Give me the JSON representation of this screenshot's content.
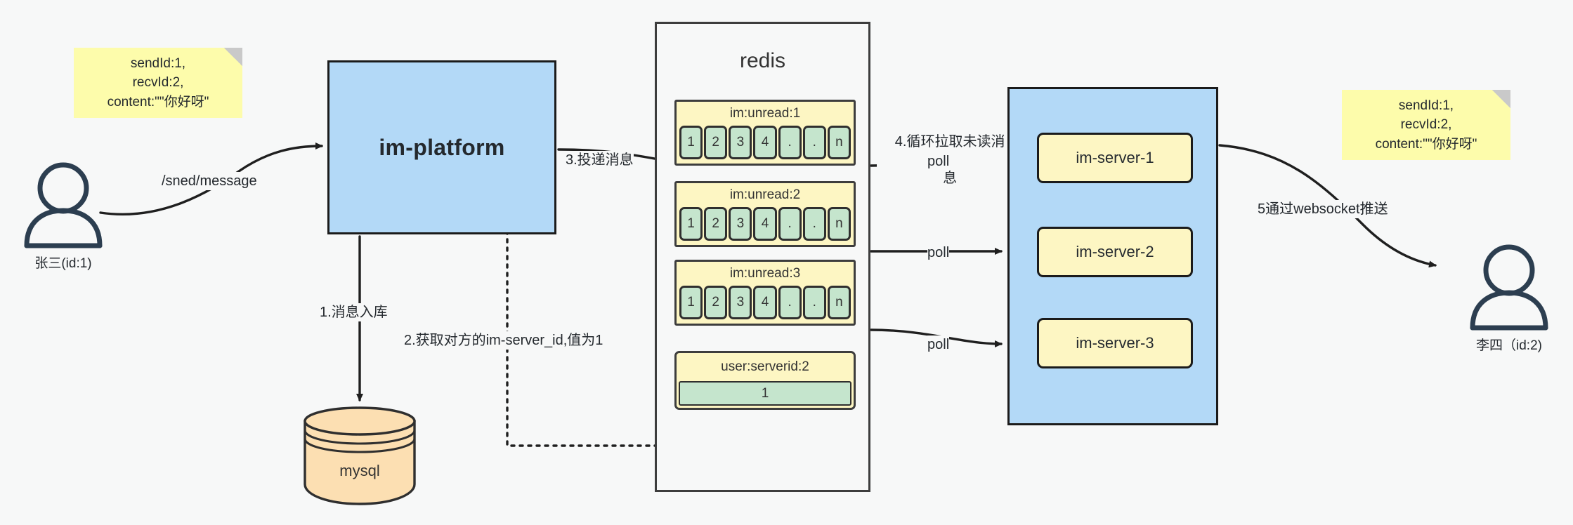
{
  "diagram": {
    "title": "IM message delivery architecture",
    "actors": {
      "left": {
        "icon": "person-icon",
        "label": "张三(id:1)"
      },
      "right": {
        "icon": "person-icon",
        "label": "李四（id:2)"
      }
    },
    "notes": {
      "left": {
        "line1": "sendId:1,",
        "line2": "recvId:2,",
        "line3": "content:\"\"你好呀\""
      },
      "right": {
        "line1": "sendId:1,",
        "line2": "recvId:2,",
        "line3": "content:\"\"你好呀\""
      }
    },
    "platform": {
      "label": "im-platform"
    },
    "database": {
      "label": "mysql",
      "icon": "database-cylinder-icon"
    },
    "redis": {
      "title": "redis",
      "lists": [
        {
          "key": "im:unread:1",
          "cells": [
            "1",
            "2",
            "3",
            "4",
            ".",
            ".",
            "n"
          ]
        },
        {
          "key": "im:unread:2",
          "cells": [
            "1",
            "2",
            "3",
            "4",
            ".",
            ".",
            "n"
          ]
        },
        {
          "key": "im:unread:3",
          "cells": [
            "1",
            "2",
            "3",
            "4",
            ".",
            ".",
            "n"
          ]
        }
      ],
      "kv": {
        "key": "user:serverid:2",
        "value": "1"
      }
    },
    "servers": {
      "items": [
        {
          "label": "im-server-1"
        },
        {
          "label": "im-server-2"
        },
        {
          "label": "im-server-3"
        }
      ]
    },
    "edges": {
      "send_message": "/sned/message",
      "step1": "1.消息入库",
      "step2": "2.获取对方的im-server_id,值为1",
      "step3": "3.投递消息",
      "step4_line1": "4.循环拉取未读消",
      "step4_line2": "息",
      "step5": "5通过websocket推送",
      "poll1": "poll",
      "poll2": "poll",
      "poll3": "poll"
    },
    "colors": {
      "blue_fill": "#b3d9f7",
      "yellow_fill": "#fdf6c3",
      "green_fill": "#c5e5cd",
      "note_fill": "#fdfcab",
      "db_fill": "#fcdfb2",
      "stroke": "#1b1b1b",
      "background": "#f7f8f8"
    }
  }
}
